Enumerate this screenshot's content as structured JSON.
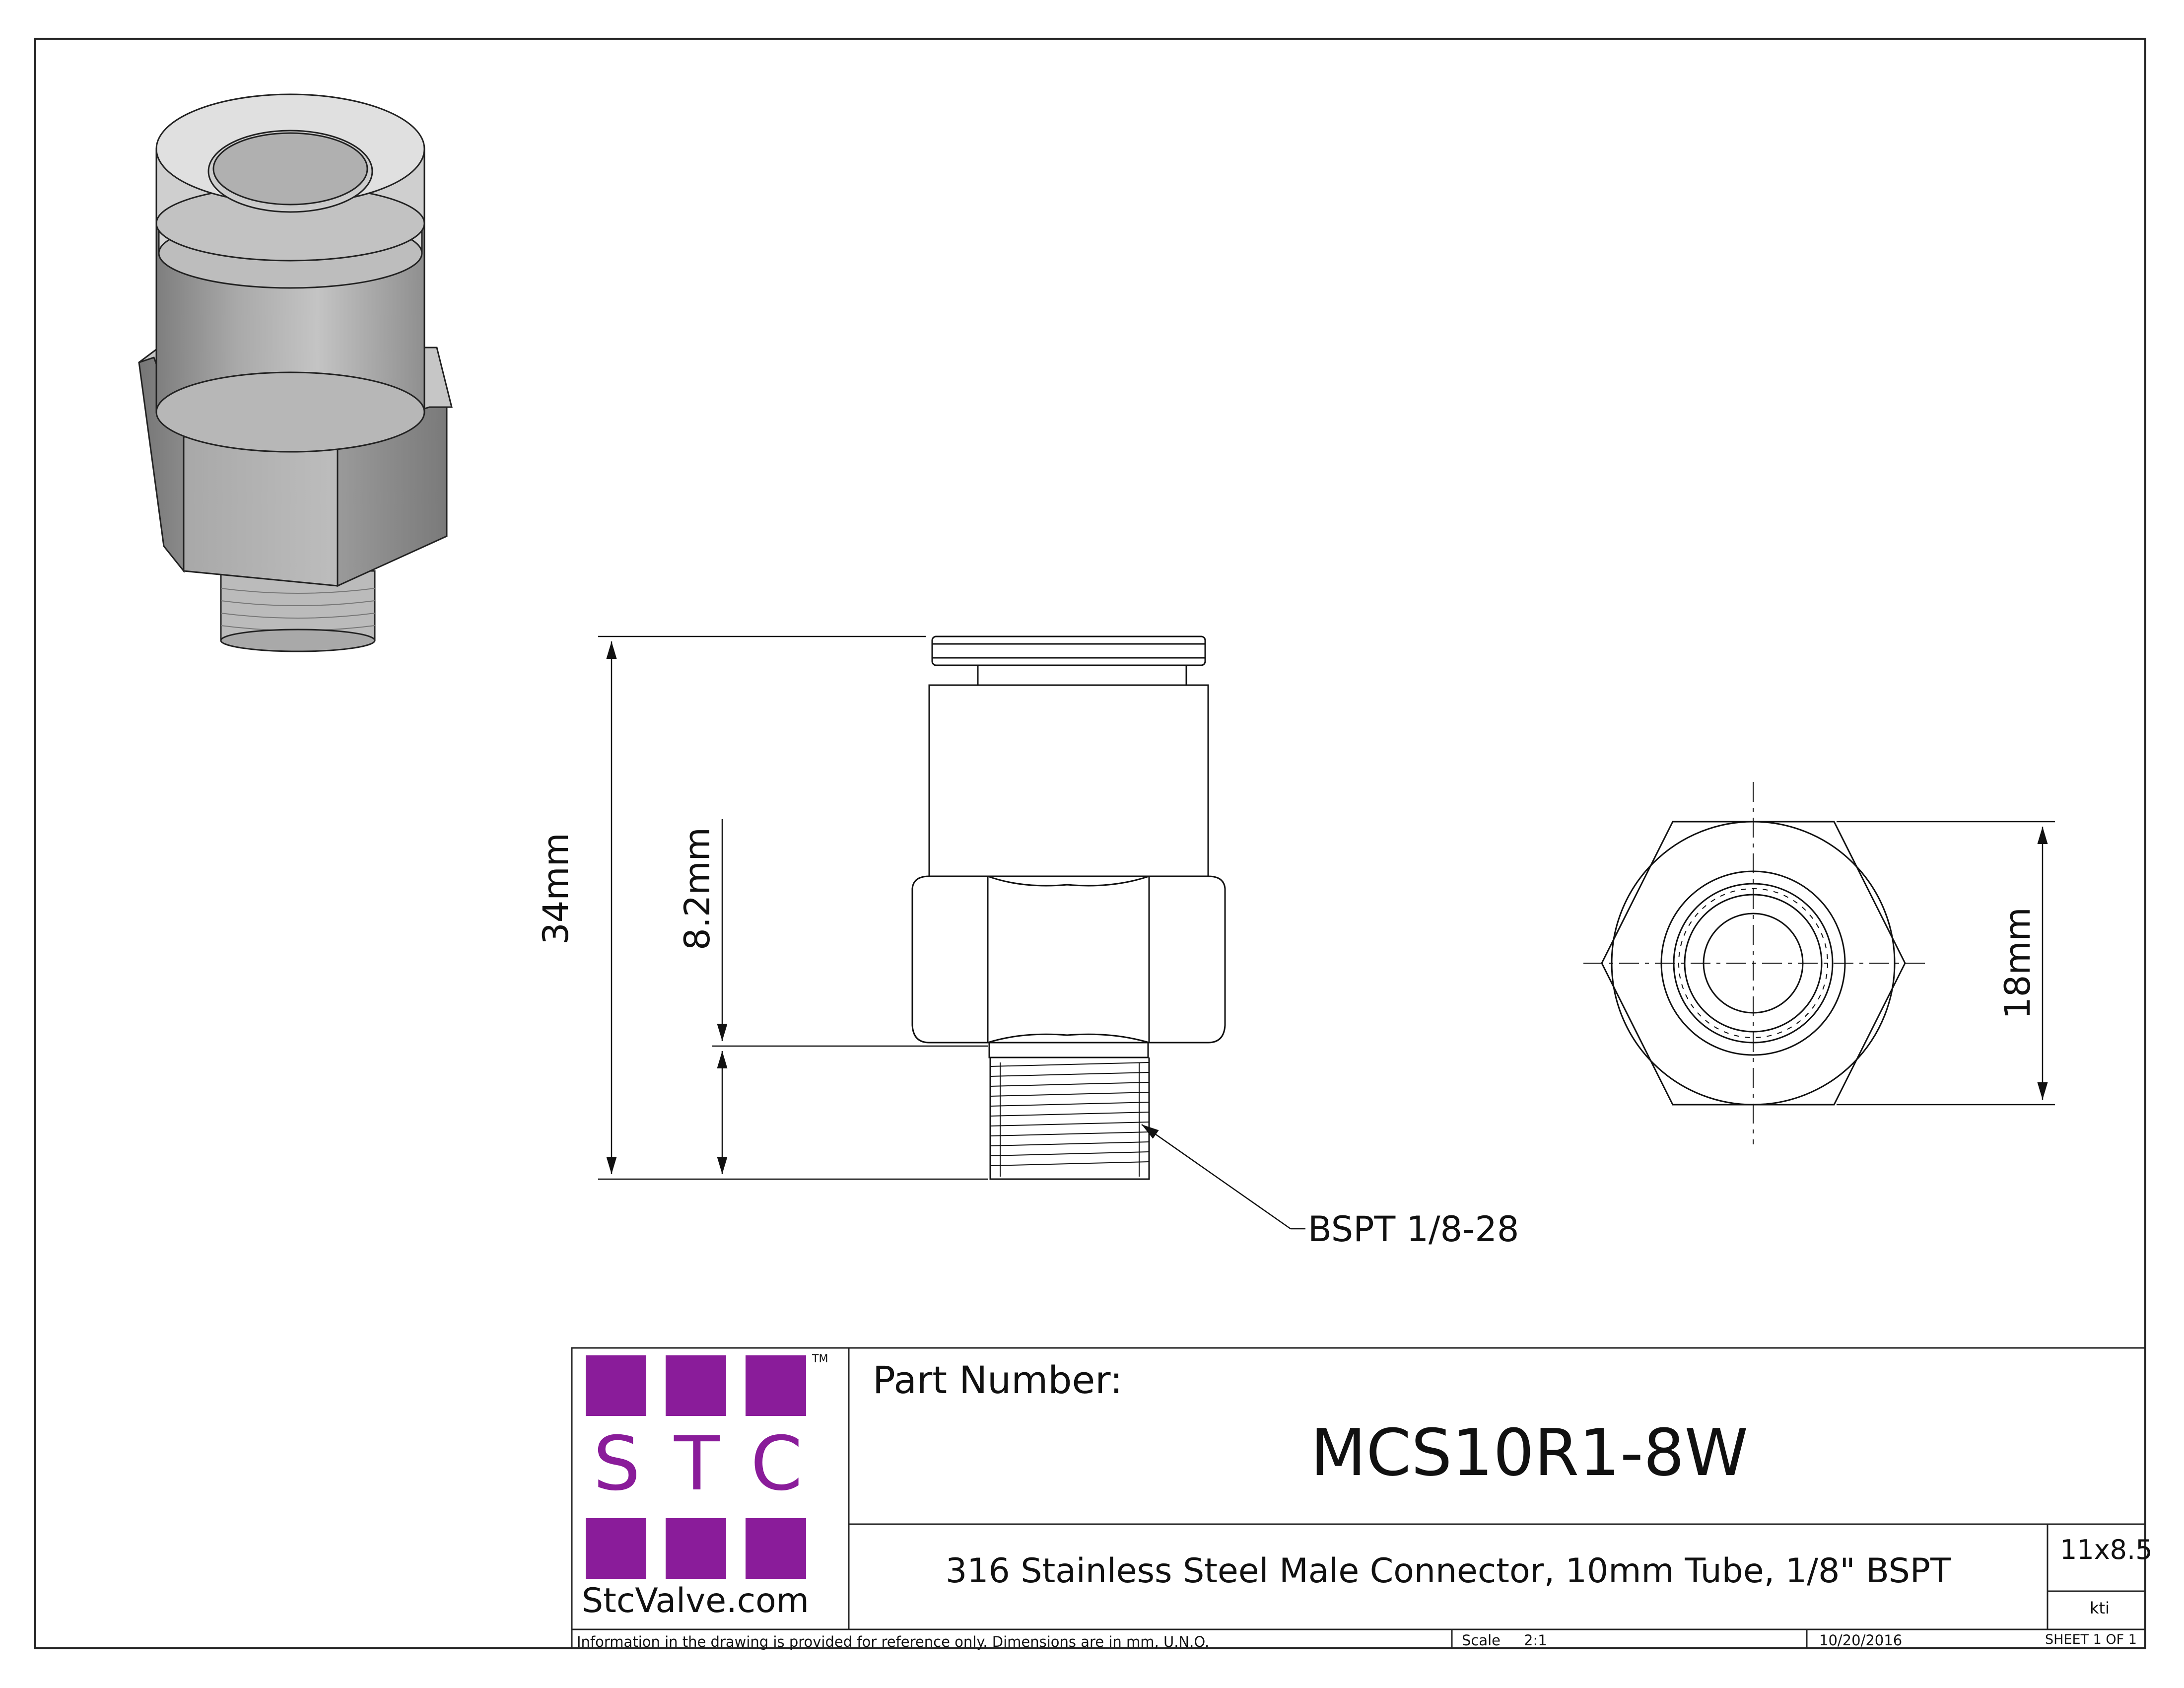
{
  "dimensions": {
    "overall_height": "34mm",
    "thread_length": "8.2mm",
    "hex_across": "18mm",
    "thread_callout": "BSPT 1/8-28"
  },
  "title_block": {
    "logo": {
      "letters": [
        "S",
        "T",
        "C"
      ],
      "trademark": "TM",
      "website": "StcValve.com",
      "color": "#8a1c9a"
    },
    "part_number_label": "Part Number:",
    "part_number": "MCS10R1-8W",
    "description": "316 Stainless Steel Male Connector, 10mm Tube, 1/8\" BSPT",
    "size": "11x8.5",
    "drawn_by": "kti",
    "note": "Information in the drawing is provided for reference only. Dimensions are in mm, U.N.O.",
    "scale_label": "Scale",
    "scale": "2:1",
    "date": "10/20/2016",
    "sheet": "SHEET 1 OF 1"
  }
}
